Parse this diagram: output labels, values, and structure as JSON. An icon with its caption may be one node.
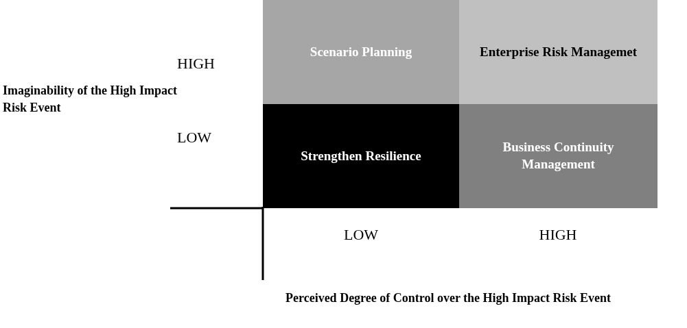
{
  "diagram": {
    "nodes": [
      {
        "text": [
          "Scenario Planning"
        ]
      },
      {
        "text": [
          "Enterprise Risk Managemet"
        ]
      },
      {
        "text": [
          "Strengthen Resilience"
        ]
      },
      {
        "text": [
          "Business Continuity Management"
        ]
      }
    ],
    "labels": [
      "HIGH",
      "Imaginability of the High Impact Risk Event",
      "LOW",
      "LOW",
      "HIGH",
      "Perceived Degree of Control over the High Impact Risk Event"
    ]
  }
}
